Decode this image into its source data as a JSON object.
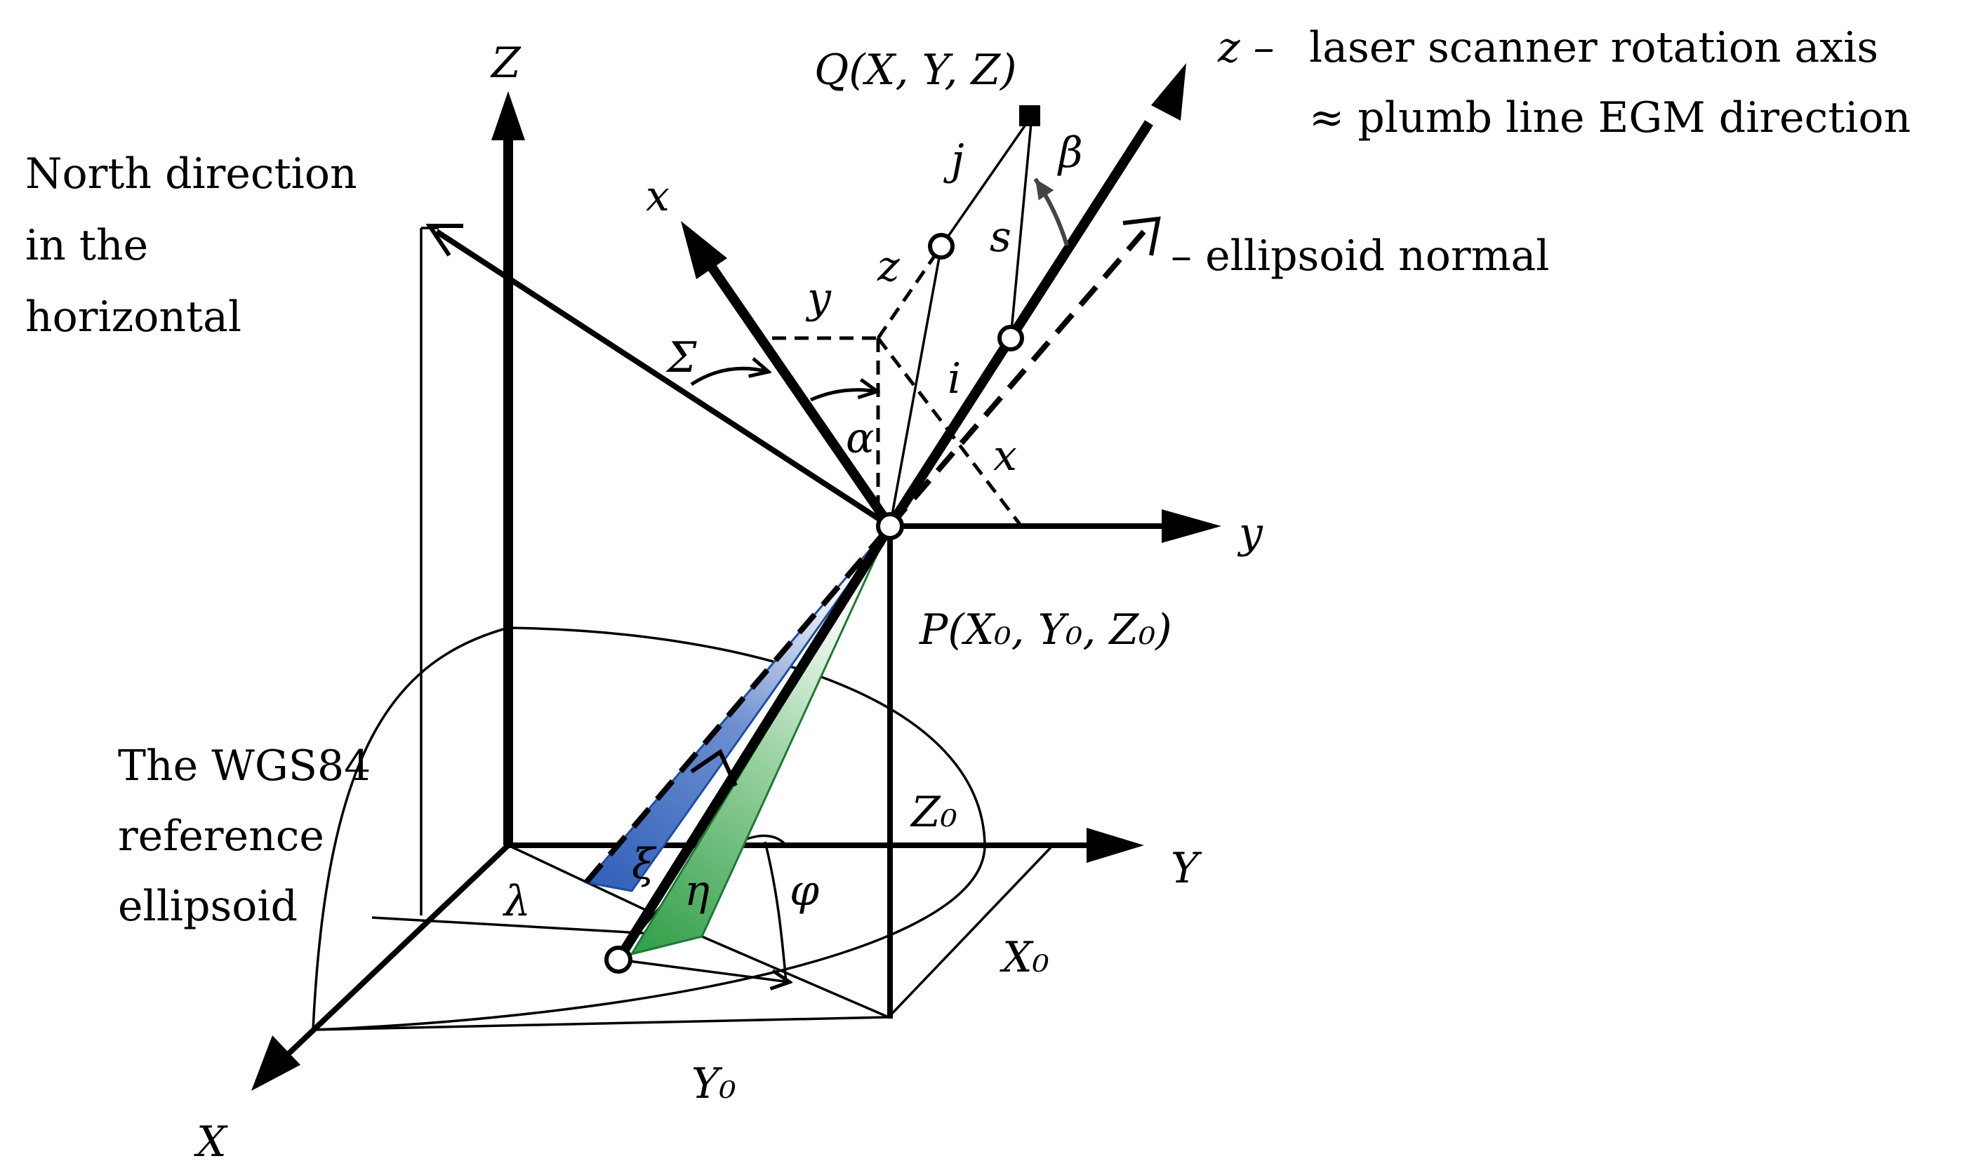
{
  "labels": {
    "Z_axis": "Z",
    "Y_axis": "Y",
    "X_axis": "X",
    "north_line1": "North direction",
    "north_line2": "in the",
    "north_line3": "horizontal",
    "point_Q": "Q(X, Y, Z)",
    "z_prefix": "z –",
    "scanner_line1": "laser scanner rotation axis",
    "scanner_line2": "≈ plumb line EGM direction",
    "normal_label": "–  ellipsoid normal",
    "local_x_upper": "x",
    "local_y_right": "y",
    "local_z_dashed": "z",
    "local_y_dashed": "y",
    "local_x_dashed": "x",
    "j": "j",
    "s": "s",
    "i": "i",
    "beta": "β",
    "alpha": "α",
    "sigma": "Σ",
    "point_P": "P(X₀, Y₀, Z₀)",
    "ellipsoid_line1": "The WGS84",
    "ellipsoid_line2": "reference",
    "ellipsoid_line3": "ellipsoid",
    "Z0": "Z₀",
    "X0": "X₀",
    "Y0": "Y₀",
    "xi": "ξ",
    "eta": "η",
    "lambda": "λ",
    "phi": "φ"
  },
  "colors": {
    "xi_fill": "#3a63b8",
    "eta_fill": "#2e9e46",
    "stroke": "#000000",
    "beta_arrow": "#444444"
  }
}
